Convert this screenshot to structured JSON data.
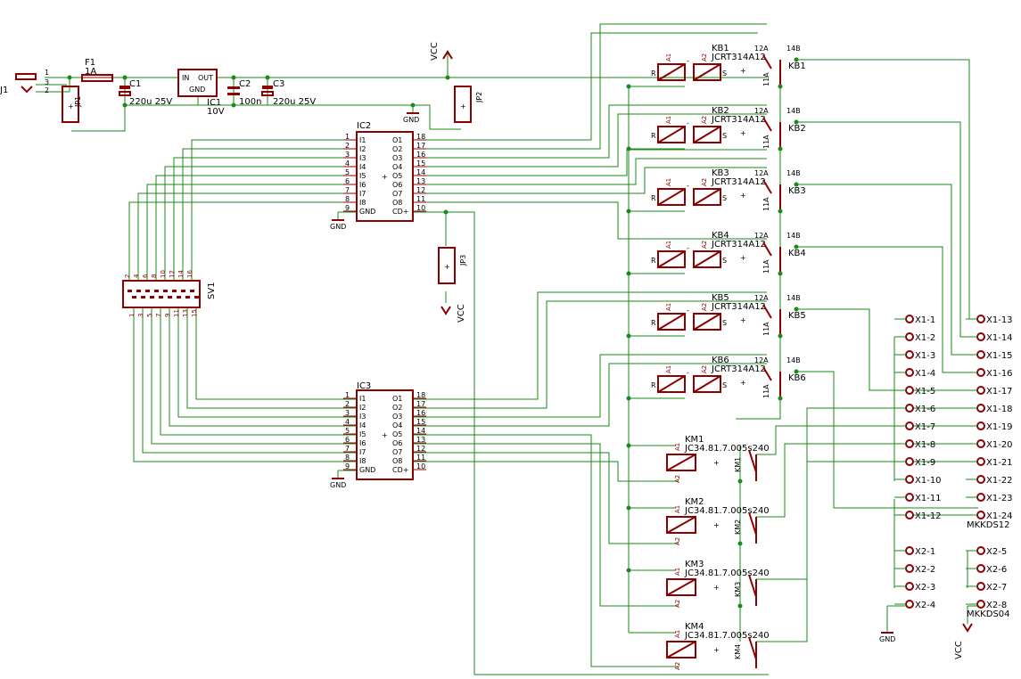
{
  "components": {
    "j1": {
      "ref": "J1",
      "pins": [
        "1",
        "3",
        "2"
      ]
    },
    "f1": {
      "ref": "F1",
      "value": "1A"
    },
    "c1": {
      "ref": "C1",
      "value": "220u 25V"
    },
    "ic1": {
      "ref": "IC1",
      "value": "10V",
      "pins": [
        "IN",
        "OUT",
        "GND"
      ]
    },
    "c2": {
      "ref": "C2",
      "value": "100n"
    },
    "c3": {
      "ref": "C3",
      "value": "220u 25V"
    },
    "jp1": {
      "ref": "JP1"
    },
    "jp2": {
      "ref": "JP2"
    },
    "jp3": {
      "ref": "JP3"
    },
    "ic2": {
      "ref": "IC2"
    },
    "ic3": {
      "ref": "IC3"
    },
    "sv1": {
      "ref": "SV1",
      "top_pins": [
        "2",
        "4",
        "6",
        "8",
        "10",
        "12",
        "14",
        "16"
      ],
      "bottom_pins": [
        "1",
        "3",
        "5",
        "7",
        "9",
        "11",
        "13",
        "15"
      ]
    },
    "x1": {
      "value": "MKKDS12"
    },
    "x2": {
      "value": "MKKDS04"
    }
  },
  "ic_pins": {
    "left_nums": [
      "1",
      "2",
      "3",
      "4",
      "5",
      "6",
      "7",
      "8",
      "9"
    ],
    "left_names": [
      "I1",
      "I2",
      "I3",
      "I4",
      "I5",
      "I6",
      "I7",
      "I8",
      "GND"
    ],
    "right_nums": [
      "18",
      "17",
      "16",
      "15",
      "14",
      "13",
      "12",
      "11",
      "10"
    ],
    "right_names": [
      "O1",
      "O2",
      "O3",
      "O4",
      "O5",
      "O6",
      "O7",
      "O8",
      "CD+"
    ]
  },
  "power": {
    "vcc": "VCC",
    "gnd": "GND"
  },
  "relays_kb": {
    "refs": [
      "KB1",
      "KB2",
      "KB3",
      "KB4",
      "KB5",
      "KB6"
    ],
    "value": "JCRT314A12",
    "coil_pins": [
      "A1",
      "A2"
    ],
    "coil_marks": [
      "R",
      "-",
      "S"
    ],
    "contact_pins": [
      "12A",
      "14B",
      "11A"
    ]
  },
  "relays_km": {
    "refs": [
      "KM1",
      "KM2",
      "KM3",
      "KM4"
    ],
    "value": "JC34.81.7.005s240",
    "coil_pins": [
      "A1",
      "A2"
    ]
  },
  "terminals_x1": [
    "X1-1",
    "X1-2",
    "X1-3",
    "X1-4",
    "X1-5",
    "X1-6",
    "X1-7",
    "X1-8",
    "X1-9",
    "X1-10",
    "X1-11",
    "X1-12",
    "X1-13",
    "X1-14",
    "X1-15",
    "X1-16",
    "X1-17",
    "X1-18",
    "X1-19",
    "X1-20",
    "X1-21",
    "X1-22",
    "X1-23",
    "X1-24"
  ],
  "terminals_x2": [
    "X2-1",
    "X2-2",
    "X2-3",
    "X2-4",
    "X2-5",
    "X2-6",
    "X2-7",
    "X2-8"
  ]
}
